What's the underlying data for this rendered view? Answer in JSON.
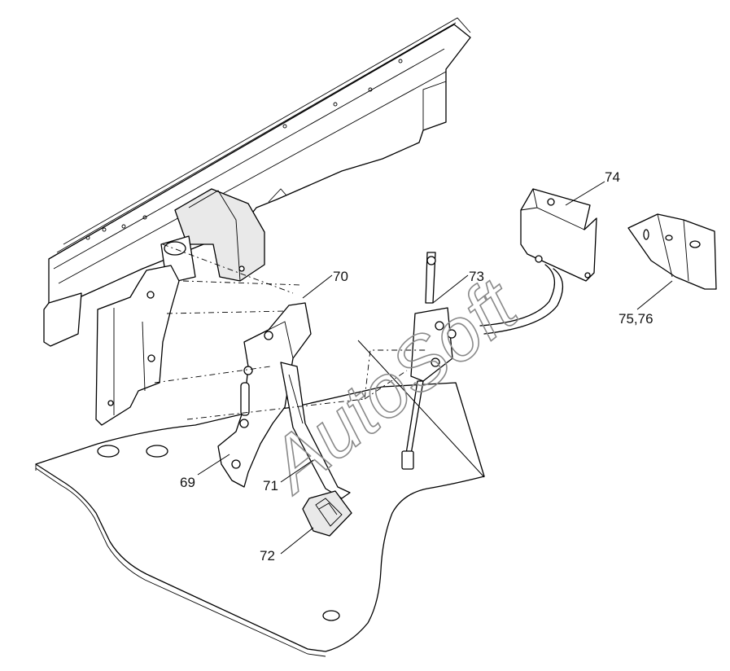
{
  "watermark": {
    "text": "AutoSoft",
    "color": "#8a8a8a"
  },
  "callouts": {
    "c69": "69",
    "c70": "70",
    "c71": "71",
    "c72": "72",
    "c73": "73",
    "c74": "74",
    "c75_76": "75,76"
  },
  "colors": {
    "line": "#000000",
    "paper": "#ffffff",
    "shade": "#e9e9e9"
  }
}
